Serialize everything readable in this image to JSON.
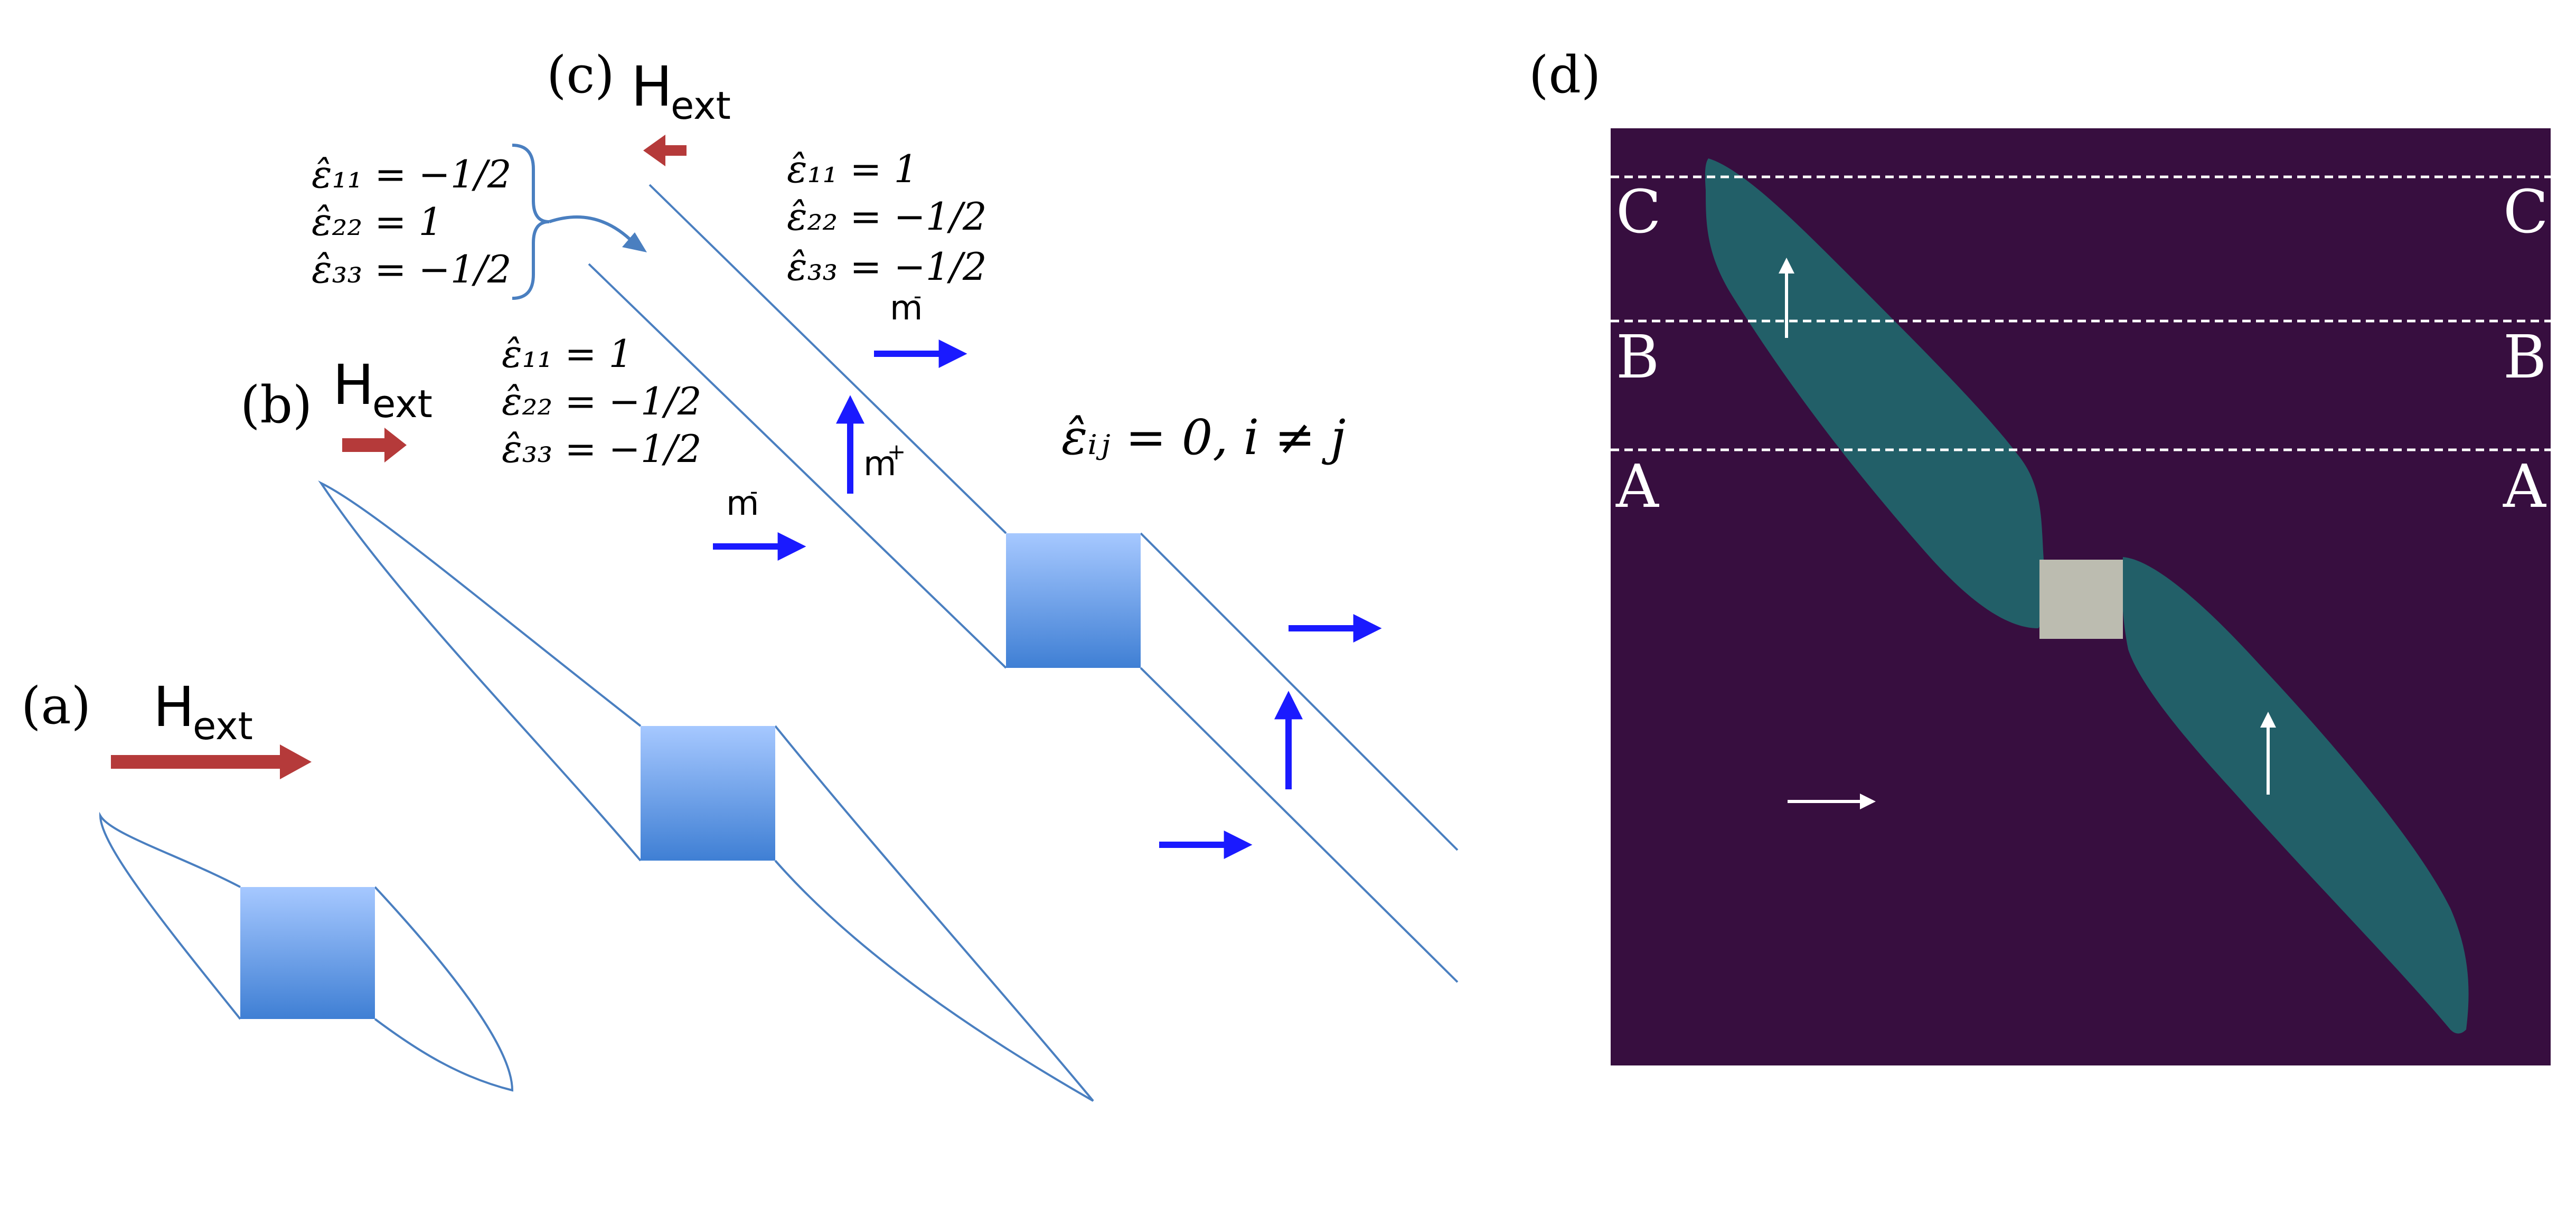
{
  "panel_labels": {
    "a": "(a)",
    "b": "(b)",
    "c": "(c)",
    "d": "(d)"
  },
  "field": {
    "symbol": "H",
    "subscript": "ext"
  },
  "magnetization": {
    "symbol": "m",
    "plus": "+",
    "minus": "-"
  },
  "strain_c": {
    "e11": "ε̂₁₁ = −1/2",
    "e22": "ε̂₂₂ = 1",
    "e33": "ε̂₃₃ = −1/2"
  },
  "strain_b": {
    "e11": "ε̂₁₁ = 1",
    "e22": "ε̂₂₂ = −1/2",
    "e33": "ε̂₃₃ = −1/2"
  },
  "strain_right": {
    "e11": "ε̂₁₁ = 1",
    "e22": "ε̂₂₂ = −1/2",
    "e33": "ε̂₃₃ = −1/2"
  },
  "offdiag": "ε̂ᵢⱼ = 0,   i ≠ j",
  "zone_labels": {
    "c": "C",
    "b": "B",
    "a": "A"
  },
  "colors": {
    "field_arrow": "#b53a3a",
    "m_arrow": "#1a1aff",
    "outline": "#4a7fc0",
    "square_top": "#a6c8ff",
    "square_bottom": "#3f7fd4",
    "panel_d_bg": "#370e3f",
    "panel_d_shape": "#225f68",
    "panel_d_square": "#bcbcb0"
  }
}
